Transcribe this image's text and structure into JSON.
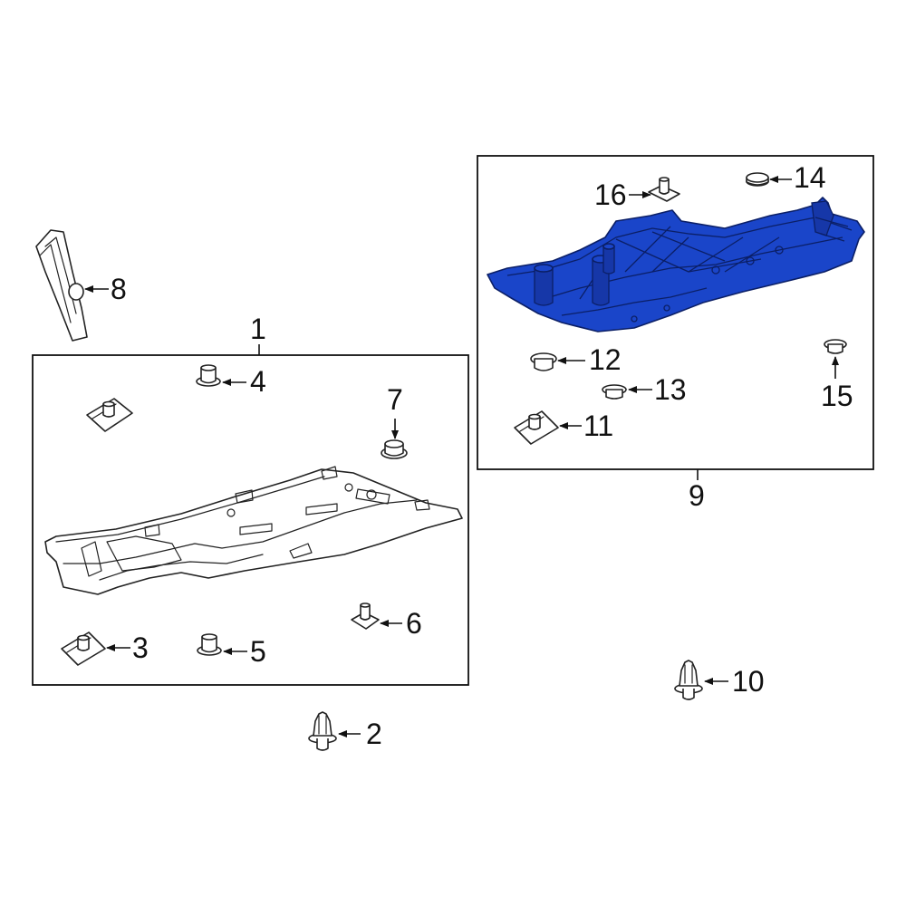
{
  "callouts": {
    "c1": "1",
    "c2": "2",
    "c3": "3",
    "c4": "4",
    "c5": "5",
    "c6": "6",
    "c7": "7",
    "c8": "8",
    "c9": "9",
    "c10": "10",
    "c11": "11",
    "c12": "12",
    "c13": "13",
    "c14": "14",
    "c15": "15",
    "c16": "16"
  },
  "colors": {
    "highlight_part": "#1a45c9",
    "line": "#222222",
    "background": "#ffffff"
  }
}
